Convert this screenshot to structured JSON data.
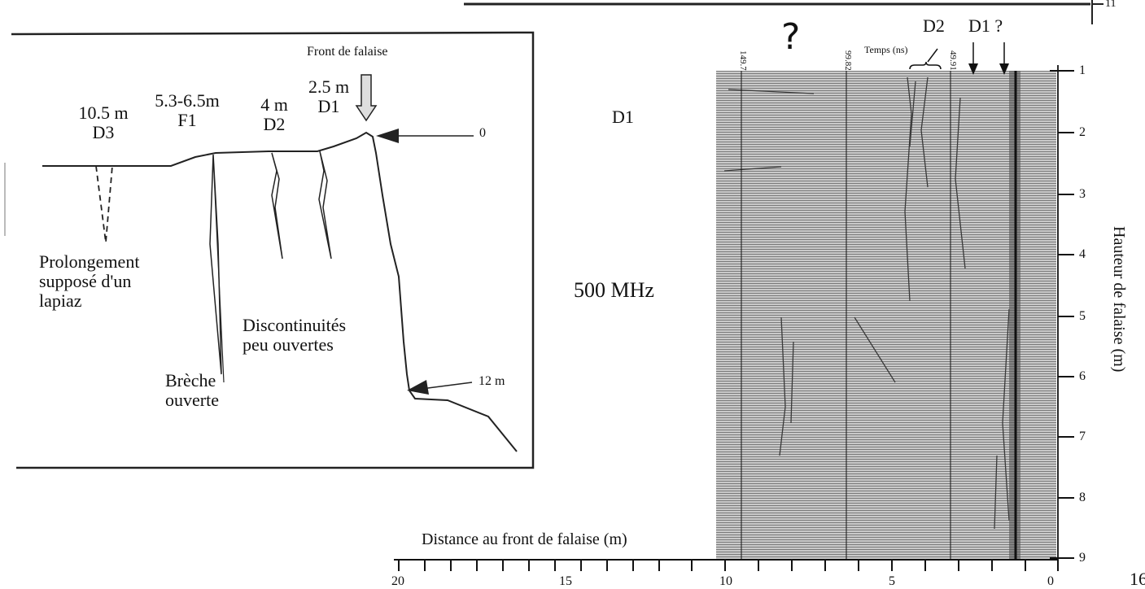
{
  "corner_page_number": "11",
  "page_number": "16",
  "left_diagram": {
    "cliff_front_label": "Front de falaise",
    "depth_labels": [
      {
        "distance": "10.5 m",
        "name": "D3"
      },
      {
        "distance": "5.3-6.5m",
        "name": "F1"
      },
      {
        "distance": "4 m",
        "name": "D2"
      },
      {
        "distance": "2.5 m",
        "name": "D1"
      }
    ],
    "top_arrow_label": "0",
    "bottom_arrow_label": "12 m",
    "lapiaz_note": [
      "Prolongement",
      "supposé d'un",
      "lapiaz"
    ],
    "discontinuities_note": [
      "Discontinuités",
      "peu ouvertes"
    ],
    "breccia_note": [
      "Brèche",
      "ouverte"
    ]
  },
  "radar_panel": {
    "side_label": "D1",
    "frequency": "500 MHz",
    "question_mark": "?",
    "time_label": "Temps (ns)",
    "time_ticks": [
      "149.7",
      "99.82",
      "49.91"
    ],
    "feature_labels": [
      "D2",
      "D1 ?"
    ],
    "y_axis_label": "Hauteur de falaise (m)",
    "y_ticks": [
      "1",
      "2",
      "3",
      "4",
      "5",
      "6",
      "7",
      "8",
      "9"
    ],
    "x_axis_label": "Distance au front de falaise (m)",
    "x_ticks": [
      "20",
      "15",
      "10",
      "5",
      "0"
    ]
  }
}
